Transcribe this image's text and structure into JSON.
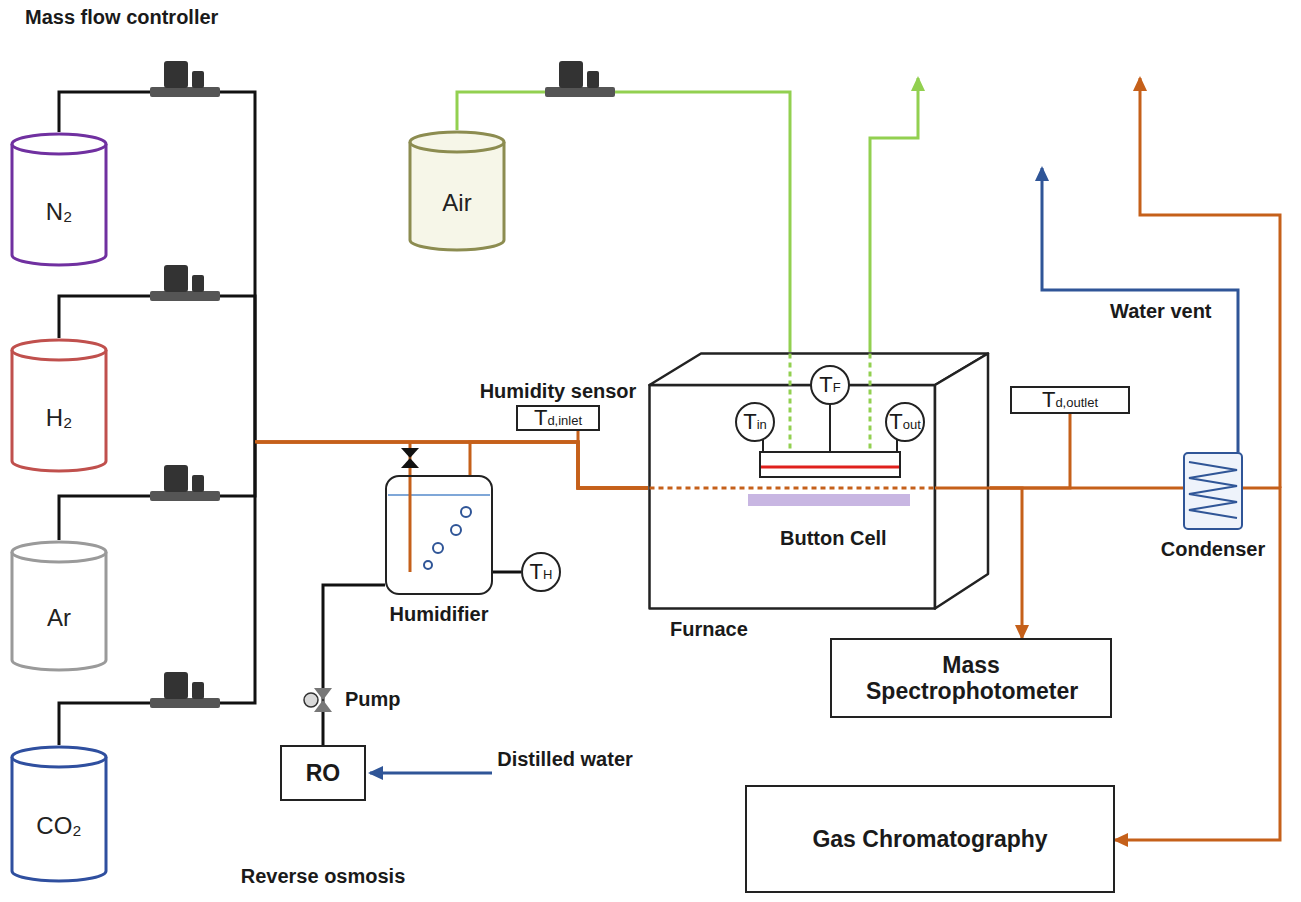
{
  "diagram": {
    "nodes": [
      {
        "text": [
          "N₂"
        ]
      },
      {
        "text": [
          "H₂"
        ]
      },
      {
        "text": [
          "Ar"
        ]
      },
      {
        "text": [
          "CO₂"
        ]
      },
      {
        "text": [
          "Air"
        ]
      },
      {
        "text": [
          "Humidity sensor",
          "Td,inlet"
        ]
      },
      {
        "text": [
          "Humidifier"
        ]
      },
      {
        "text": [
          "TH"
        ]
      },
      {
        "text": [
          "RO",
          "Reverse osmosis"
        ]
      },
      {
        "text": [
          "Furnace"
        ]
      },
      {
        "text": [
          "TF"
        ],
        "in": 9
      },
      {
        "text": [
          "Tin"
        ],
        "in": 9
      },
      {
        "text": [
          "Tout"
        ],
        "in": 9
      },
      {
        "text": [
          "Td,outlet"
        ]
      },
      {
        "text": [
          "Condenser"
        ]
      },
      {
        "text": [
          "Mass Spectrophotometer"
        ]
      },
      {
        "text": [
          "Gas Chromatography"
        ]
      }
    ],
    "edges": [
      {
        "from": 0,
        "to": 9,
        "arrow": "none"
      },
      {
        "from": 1,
        "to": 9,
        "arrow": "none"
      },
      {
        "from": 2,
        "to": 9,
        "arrow": "none"
      },
      {
        "from": 3,
        "to": 9,
        "arrow": "none"
      },
      {
        "from": 4,
        "to": 9,
        "arrow": "none"
      },
      {
        "from": 5,
        "to": 9,
        "arrow": "none"
      },
      {
        "from": 6,
        "to": 9,
        "arrow": "none"
      },
      {
        "from": 7,
        "to": 6,
        "arrow": "none"
      },
      {
        "from": 8,
        "to": 6,
        "arrow": "none"
      },
      {
        "from": 9,
        "to": 13,
        "arrow": "none"
      },
      {
        "from": 9,
        "to": 15,
        "arrow": "to"
      },
      {
        "from": 9,
        "to": 14,
        "arrow": "none"
      },
      {
        "from": 14,
        "to": 16,
        "arrow": "to"
      }
    ],
    "labels": [
      "Mass flow controller",
      "Button Cell",
      "Pump",
      "Distilled water",
      "Water vent"
    ]
  }
}
